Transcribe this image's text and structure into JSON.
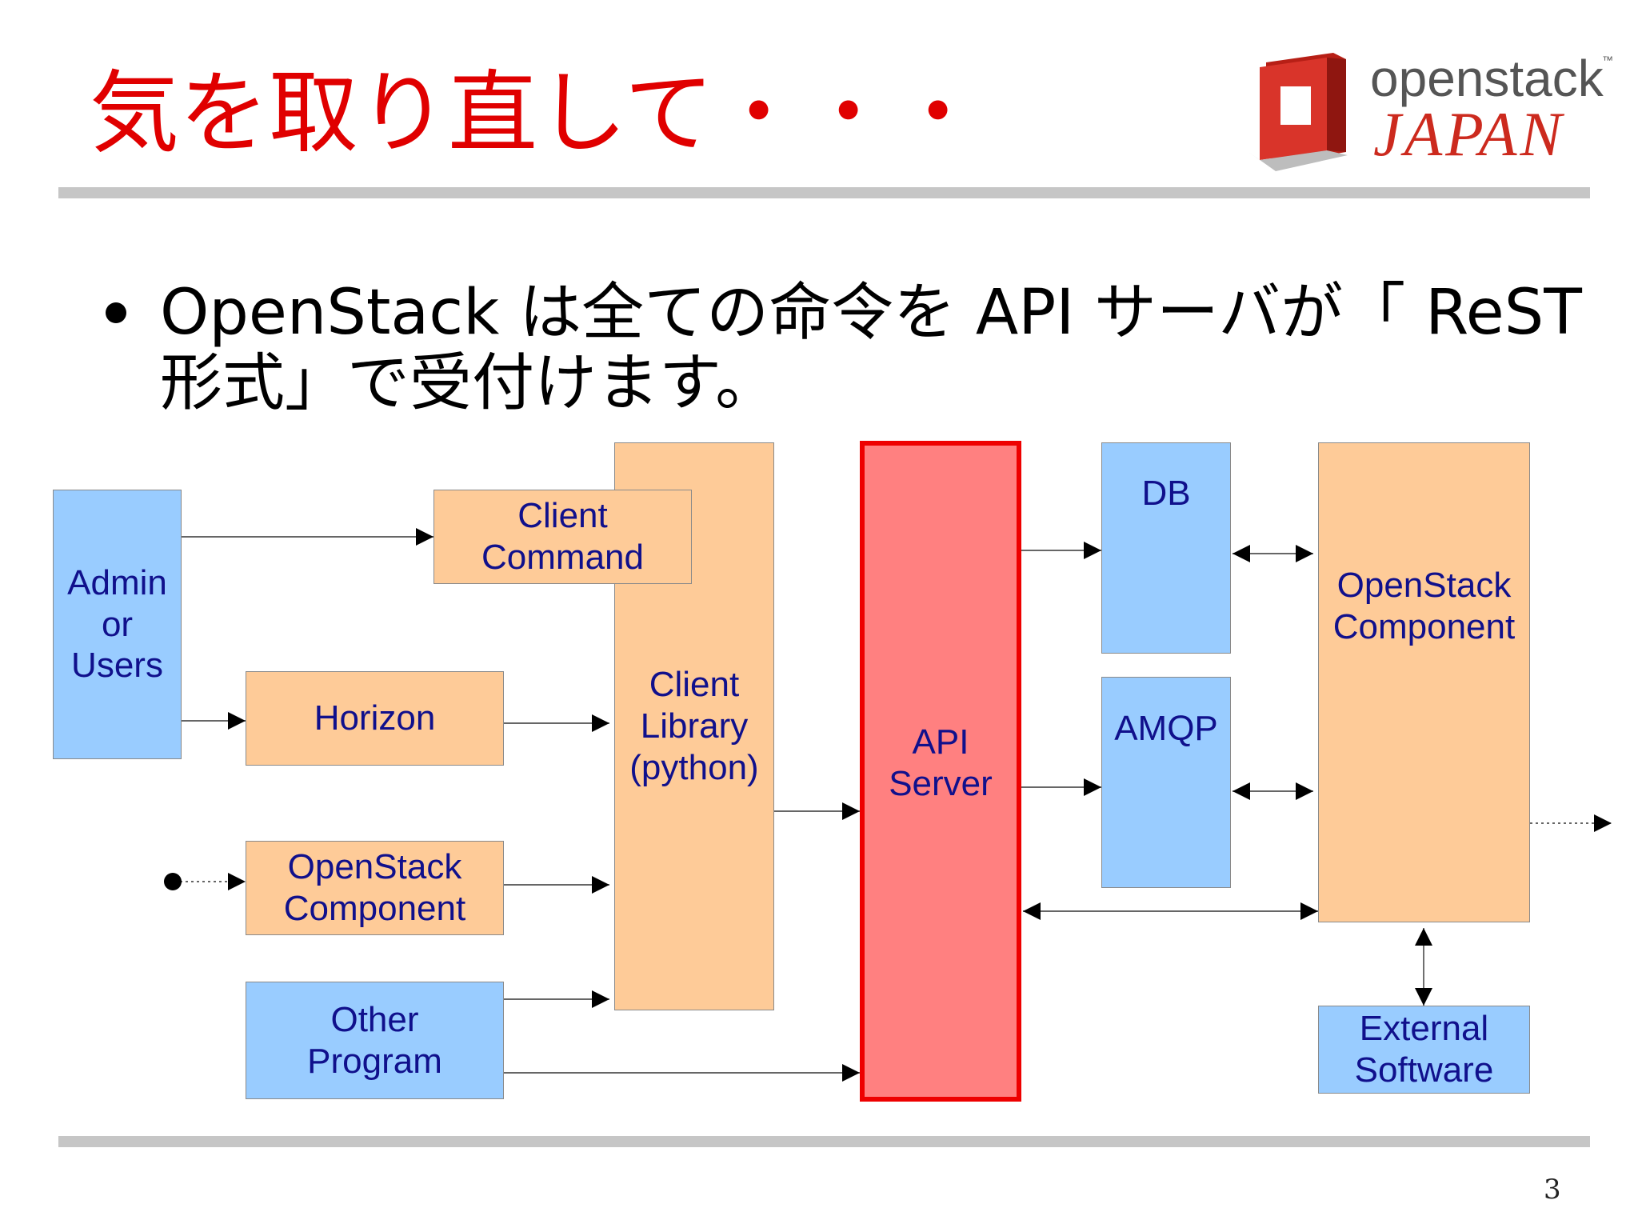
{
  "slide": {
    "title": "気を取り直して・・・",
    "bullet_line1": "OpenStack は全ての命令を API サーバが「 ReST",
    "bullet_line2": "形式」で受付けます。",
    "page_number": "3"
  },
  "logo": {
    "word1": "openstack",
    "trademark": "™",
    "word2": "JAPAN",
    "brand_color": "#cc2a1e"
  },
  "diagram": {
    "nodes": {
      "admin": "Admin\nor\nUsers",
      "client_command": "Client\nCommand",
      "client_library": "Client\nLibrary\n(python)",
      "horizon": "Horizon",
      "openstack_component_left": "OpenStack\nComponent",
      "other_program": "Other\nProgram",
      "api_server": "API\nServer",
      "db": "DB",
      "amqp": "AMQP",
      "openstack_component_right": "OpenStack\nComponent",
      "external_software": "External\nSoftware"
    },
    "colors": {
      "orange": "#fecb98",
      "blue": "#99ccff",
      "api_fill": "#ff8080",
      "api_border": "#ee0000",
      "text": "#10108c"
    }
  }
}
